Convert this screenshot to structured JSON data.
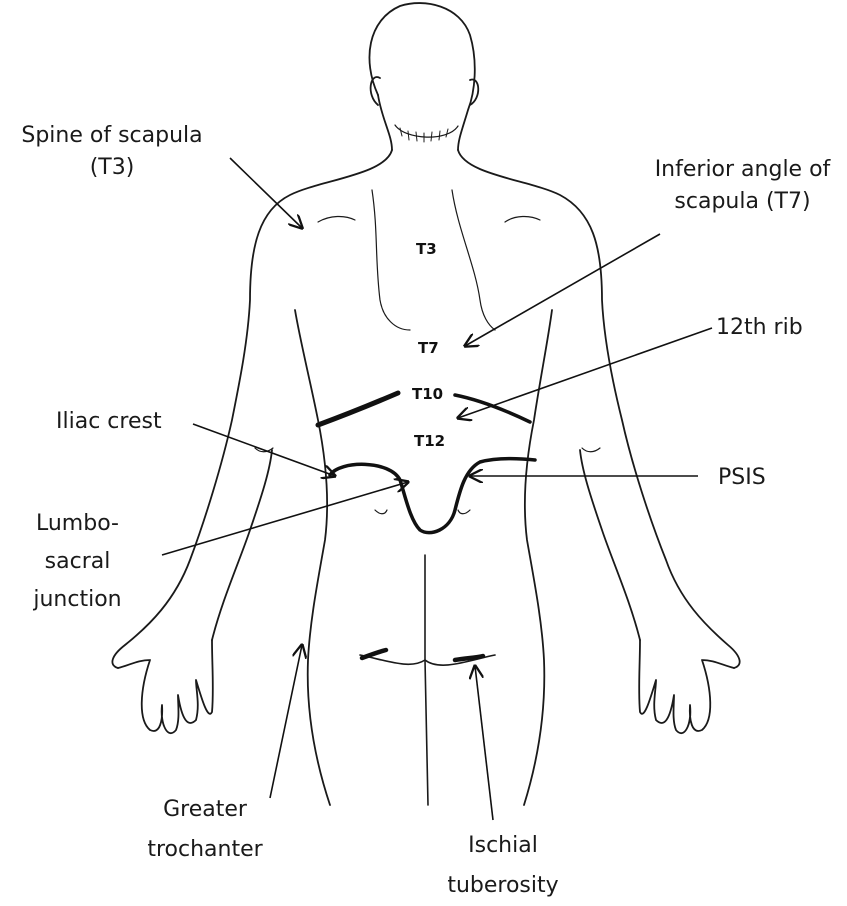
{
  "labels": {
    "spine_of_scapula": [
      "Spine of scapula",
      "(T3)"
    ],
    "inferior_angle": [
      "Inferior angle of",
      "scapula (T7)"
    ],
    "twelfth_rib": [
      "12th rib"
    ],
    "iliac_crest": [
      "Iliac crest"
    ],
    "psis": [
      "PSIS"
    ],
    "lumbosacral": [
      "Lumbo-",
      "sacral",
      "junction"
    ],
    "greater_trochanter": [
      "Greater",
      "trochanter"
    ],
    "ischial_tuberosity": [
      "Ischial",
      "tuberosity"
    ]
  },
  "vertebrae": {
    "t3": "T3",
    "t7": "T7",
    "t10": "T10",
    "t12": "T12"
  }
}
